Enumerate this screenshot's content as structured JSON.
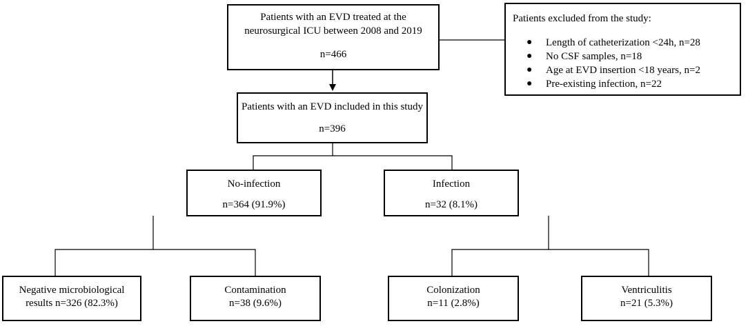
{
  "top": {
    "line1": "Patients with an EVD treated at the",
    "line2": "neurosurgical ICU between 2008 and 2019",
    "count": "n=466"
  },
  "excluded": {
    "title": "Patients excluded from the study:",
    "items": [
      "Length of catheterization <24h, n=28",
      "No CSF samples, n=18",
      "Age at EVD insertion <18 years, n=2",
      "Pre-existing infection, n=22"
    ]
  },
  "included": {
    "label": "Patients with an EVD included in this study",
    "count": "n=396"
  },
  "no_infection": {
    "label": "No-infection",
    "count": "n=364 (91.9%)"
  },
  "infection": {
    "label": "Infection",
    "count": "n=32 (8.1%)"
  },
  "negative": {
    "line1": "Negative microbiological",
    "line2": "results n=326 (82.3%)"
  },
  "contamination": {
    "label": "Contamination",
    "count": "n=38 (9.6%)"
  },
  "colonization": {
    "label": "Colonization",
    "count": "n=11 (2.8%)"
  },
  "ventriculitis": {
    "label": "Ventriculitis",
    "count": "n=21 (5.3%)"
  }
}
